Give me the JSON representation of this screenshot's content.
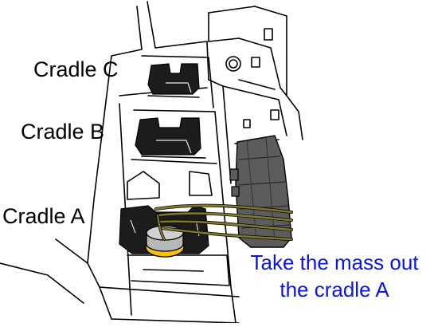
{
  "labels": {
    "cradle_c": "Cradle C",
    "cradle_b": "Cradle B",
    "cradle_a": "Cradle A"
  },
  "instruction": {
    "line1": "Take the mass out",
    "line2": "the cradle A",
    "color": "#0a14e8"
  },
  "colors": {
    "cradle": "#1c1c1c",
    "mass": "#f5c400",
    "cable": "#807a2c",
    "connector": "#5c5c5c",
    "outline": "#000000",
    "background": "#ffffff"
  }
}
